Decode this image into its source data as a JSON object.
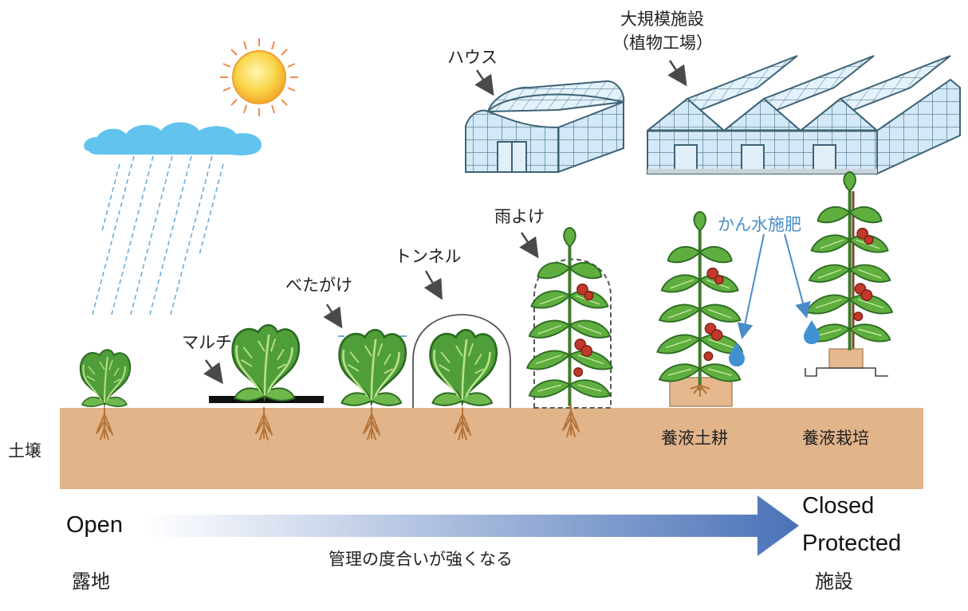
{
  "labels": {
    "house": "ハウス",
    "large_facility_1": "大規模施設",
    "large_facility_2": "（植物工場）",
    "rain_cover": "雨よけ",
    "tunnel": "トンネル",
    "floating_cover": "べたがけ",
    "mulch": "マルチ",
    "fertigation": "かん水施肥",
    "nutrient_soil": "養液土耕",
    "hydroponics": "養液栽培",
    "soil": "土壌",
    "open_en": "Open",
    "open_jp": "露地",
    "closed_en_1": "Closed",
    "closed_en_2": "Protected",
    "closed_jp": "施設",
    "arrow_caption": "管理の度合いが強くなる"
  },
  "colors": {
    "soil": "#e2b48a",
    "sky_blue": "#62c3ee",
    "rain": "#6aa8d6",
    "glass": "#cfe6f5",
    "leaf": "#4f9e3a",
    "leaf_light": "#8fcb5f",
    "sun": "#f7c63e",
    "arrow_start": "#ffffff",
    "arrow_end": "#4a72b8",
    "annotation_blue": "#4a8cc8"
  }
}
